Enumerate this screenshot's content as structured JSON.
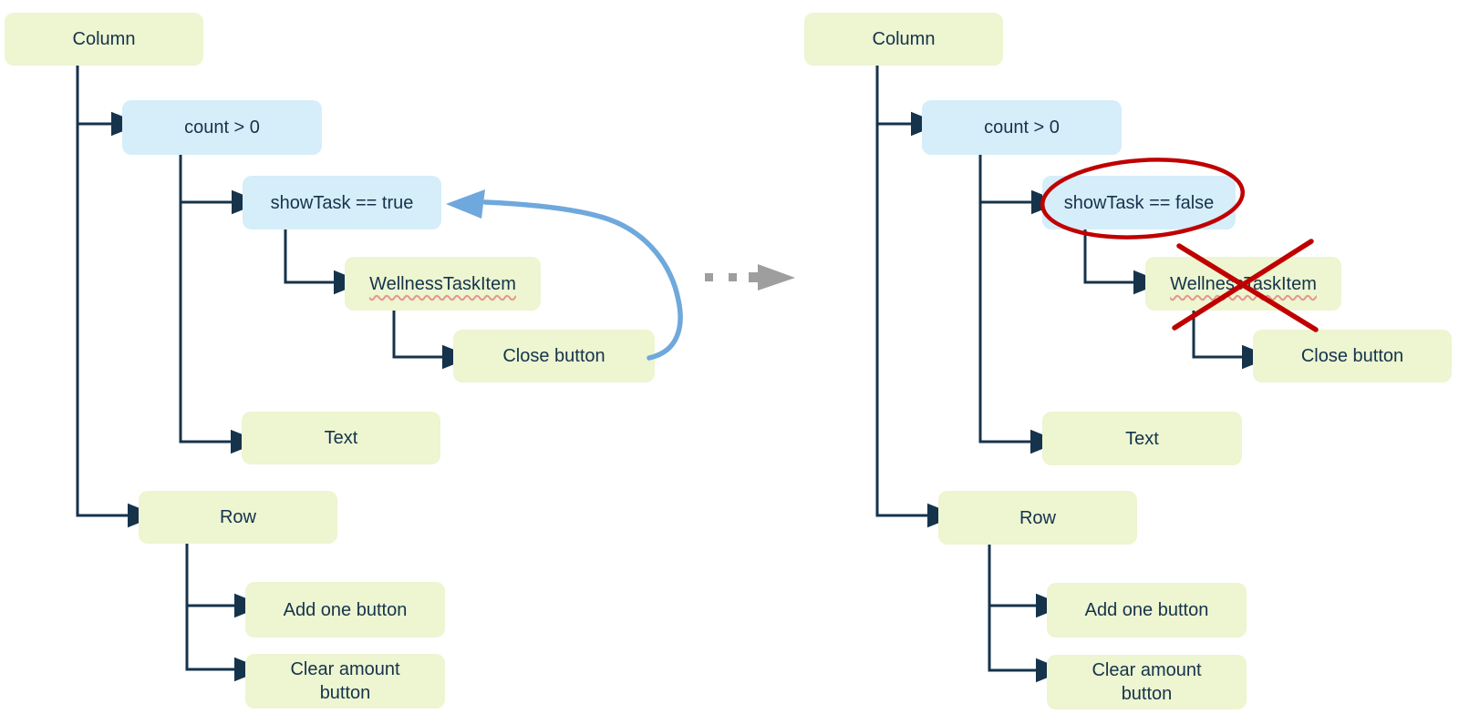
{
  "left_tree": {
    "column": "Column",
    "count_condition": "count > 0",
    "show_task_condition": "showTask == true",
    "wellness_task_item": "WellnessTaskItem",
    "close_button": "Close button",
    "text": "Text",
    "row": "Row",
    "add_one_button": "Add one button",
    "clear_amount_button": "Clear amount\nbutton"
  },
  "right_tree": {
    "column": "Column",
    "count_condition": "count > 0",
    "show_task_condition": "showTask == false",
    "wellness_task_item": "WellnessTaskItem",
    "close_button": "Close button",
    "text": "Text",
    "row": "Row",
    "add_one_button": "Add one button",
    "clear_amount_button": "Clear amount\nbutton"
  },
  "colors": {
    "widget_node_fill": "#edf5d1",
    "condition_node_fill": "#d6edfa",
    "tree_connector": "#15334b",
    "node_text": "#15334b",
    "recompose_loop_arrow": "#6fa8dc",
    "transition_arrow": "#9e9e9e",
    "annotation_red": "#c00000",
    "spellcheck_squiggle": "#e8968c"
  }
}
